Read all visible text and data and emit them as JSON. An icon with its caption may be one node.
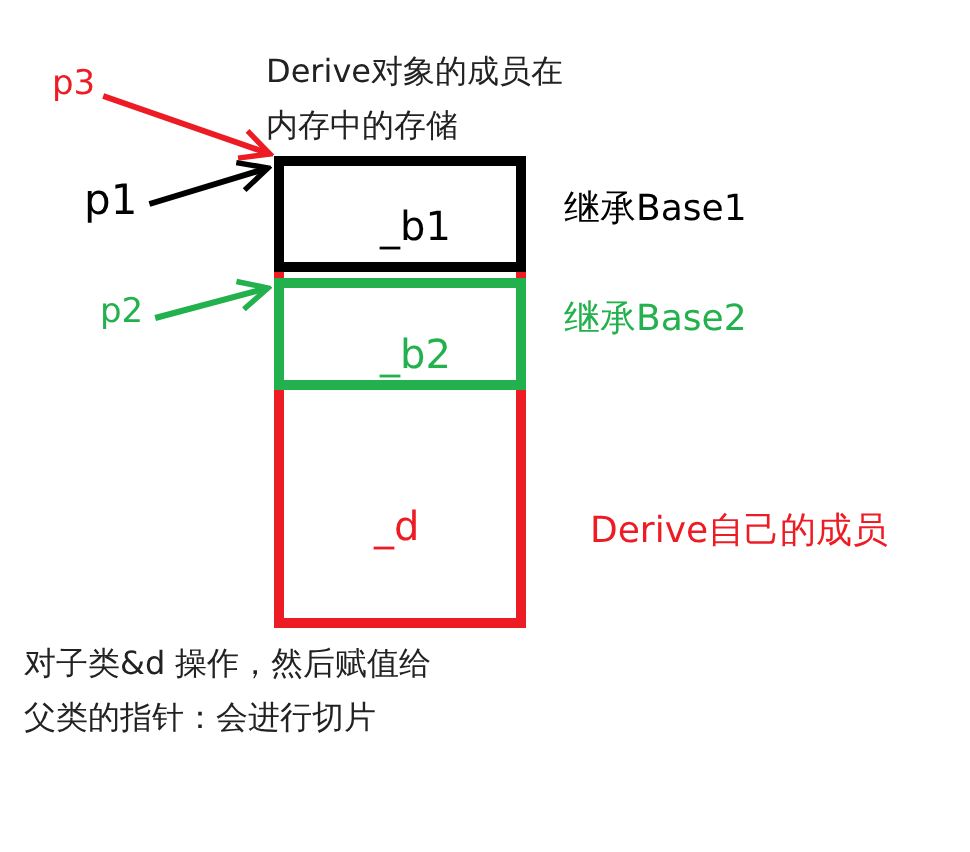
{
  "diagram": {
    "title": "Derive对象的成员在内存中的存储",
    "nodes": [
      {
        "text": [
          "_d"
        ],
        "beside": [
          "Derive自己的成员"
        ]
      },
      {
        "text": [
          "_b1"
        ],
        "in": 0,
        "beside": [
          "继承Base1"
        ]
      },
      {
        "text": [
          "_b2"
        ],
        "in": 0,
        "beside": [
          "继承Base2"
        ]
      },
      {
        "text": [
          "p3"
        ]
      },
      {
        "text": [
          "p1"
        ]
      },
      {
        "text": [
          "p2"
        ]
      }
    ],
    "edges": [
      {
        "from": 3,
        "to": 0,
        "arrow": "to",
        "color": "#ed1c24"
      },
      {
        "from": 4,
        "to": 1,
        "arrow": "to",
        "color": "#000000"
      },
      {
        "from": 5,
        "to": 2,
        "arrow": "to",
        "color": "#22b14c"
      }
    ],
    "labels": [
      "对子类&d 操作，然后赋值给父类的指针：会进行切片"
    ]
  }
}
